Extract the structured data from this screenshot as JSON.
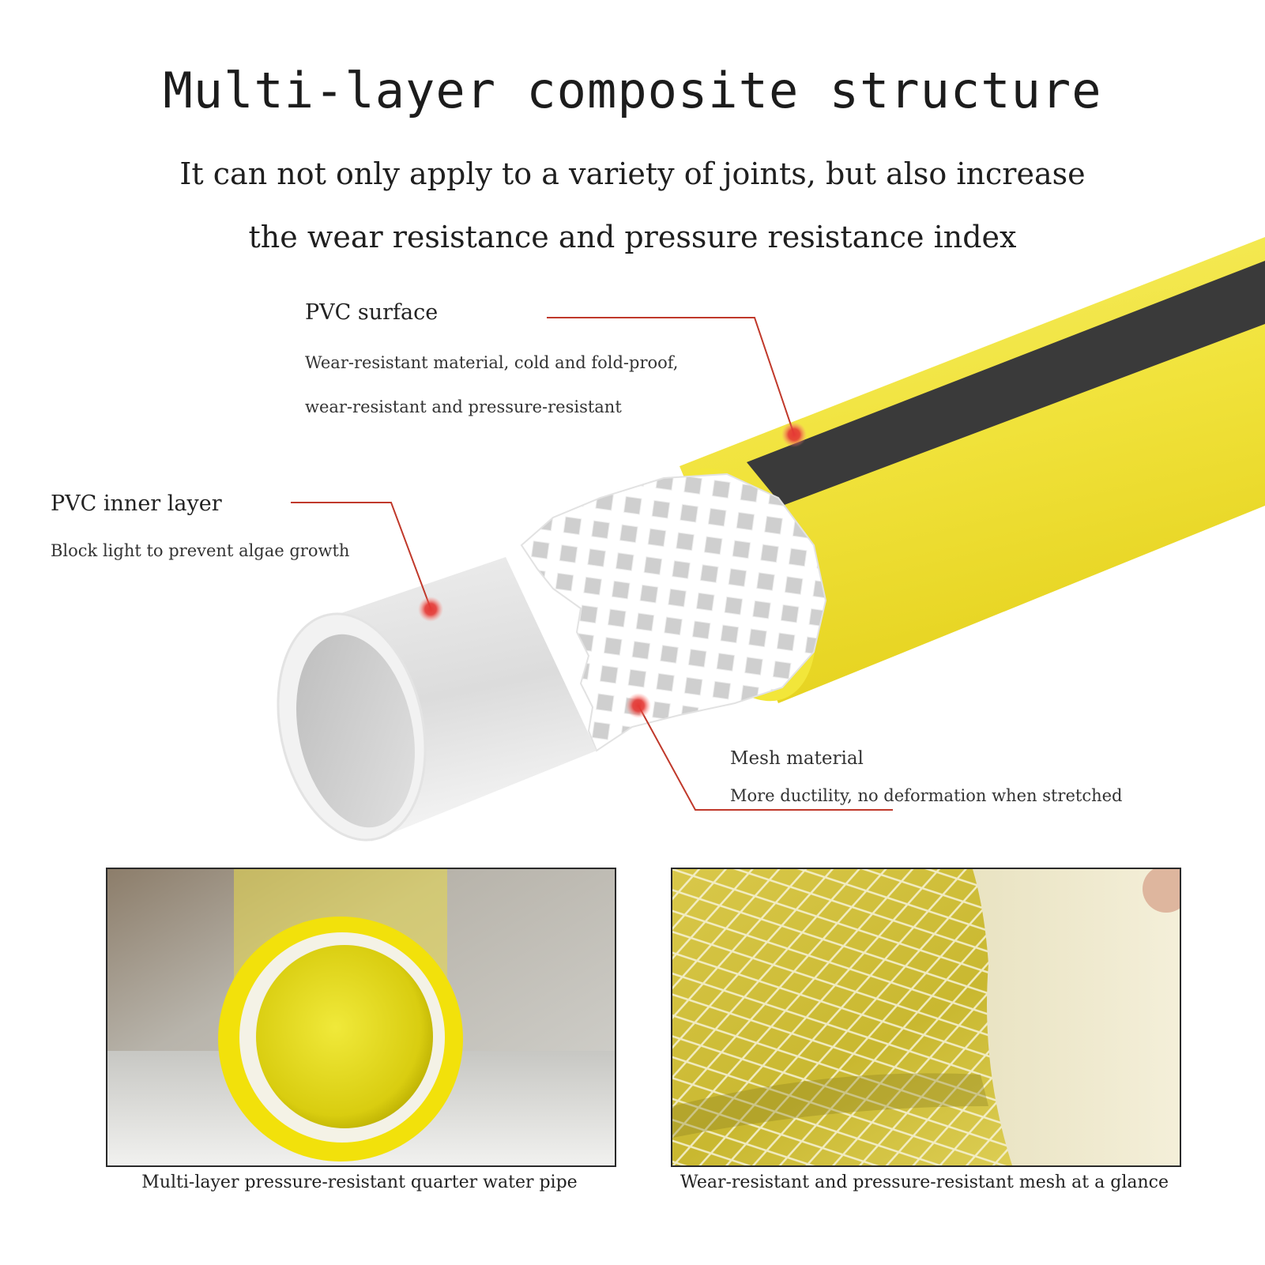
{
  "header": {
    "title": "Multi-layer composite structure",
    "subtitle_line1": "It can not only apply to a variety of joints, but also increase",
    "subtitle_line2": "the wear resistance and pressure resistance index"
  },
  "callouts": {
    "pvc_surface": {
      "title": "PVC surface",
      "desc_line1": "Wear-resistant material, cold and fold-proof,",
      "desc_line2": "wear-resistant and pressure-resistant"
    },
    "pvc_inner": {
      "title": "PVC inner layer",
      "desc": "Block light to prevent algae growth"
    },
    "mesh": {
      "title": "Mesh material",
      "desc": "More ductility, no deformation when stretched"
    }
  },
  "photos": {
    "left_caption": "Multi-layer pressure-resistant quarter water pipe",
    "right_caption": "Wear-resistant and pressure-resistant mesh at a glance"
  },
  "colors": {
    "hose_yellow": "#f2e63a",
    "stripe": "#3a3a3a",
    "leader_red": "#c0392b",
    "inner_white": "#e8e8e8"
  }
}
